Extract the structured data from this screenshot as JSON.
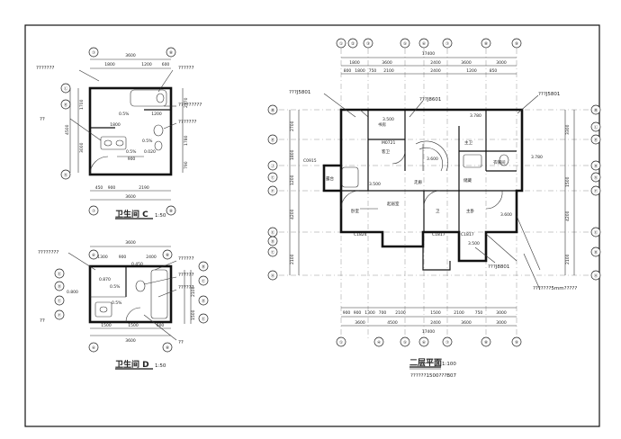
{
  "bathroom_c": {
    "title": "卫生间 C",
    "scale": "1:50",
    "top_total": "3600",
    "top_dims": [
      "1800",
      "1200",
      "600"
    ],
    "bottom_total": "3600",
    "bottom_dims": [
      "450",
      "900",
      "2190"
    ],
    "left_total": "4500",
    "left_dims": [
      "1700",
      "3000"
    ],
    "right_dims": [
      "2370",
      "1780",
      "790"
    ],
    "inner_dims": [
      "1800",
      "900",
      "1200"
    ],
    "axes_top": [
      "⑦",
      "⑧"
    ],
    "axes_bottom": [
      "⑦",
      "⑧"
    ],
    "axes_left": [
      "Ⓛ",
      "Ⓚ",
      "Ⓖ"
    ],
    "slope_marks": [
      "0.5%",
      "0.5%",
      "0.5%"
    ],
    "levels": [
      "0.020"
    ],
    "notes_left": [
      "???????",
      "??"
    ],
    "notes_right": [
      "??????",
      "?????????",
      "???????"
    ]
  },
  "bathroom_d": {
    "title": "卫生间 D",
    "scale": "1:50",
    "top_total": "3600",
    "top_dims": [
      "1300",
      "900",
      "2400"
    ],
    "bottom_total": "3600",
    "bottom_dims": [
      "1500",
      "1500",
      "600"
    ],
    "right_dims": [
      "2100",
      "1500"
    ],
    "axes_top": [
      "⑥",
      "⑧"
    ],
    "axes_bottom": [
      "⑥",
      "⑧"
    ],
    "axes_left": [
      "Ⓔ",
      "Ⓓ",
      "Ⓒ",
      "Ⓕ"
    ],
    "axes_right": [
      "Ⓑ",
      "Ⓒ",
      "Ⓓ",
      "Ⓔ"
    ],
    "slope_marks": [
      "0.5%",
      "0.5%"
    ],
    "levels": [
      "0.800",
      "0.870",
      "0.450"
    ],
    "notes_left": [
      "????????",
      "??"
    ],
    "notes_right": [
      "??????",
      "??????",
      "??????",
      "??"
    ]
  },
  "floor_plan": {
    "title": "二层平面",
    "scale": "1:100",
    "note": "??????1500???B07",
    "axes_top": [
      "①",
      "②",
      "③",
      "⑤",
      "⑥",
      "⑦",
      "⑧",
      "⑨"
    ],
    "axes_bottom": [
      "①",
      "④",
      "⑤",
      "⑥",
      "⑦",
      "⑧",
      "⑨"
    ],
    "axes_left": [
      "Ⓜ",
      "Ⓚ",
      "Ⓙ",
      "Ⓒ",
      "Ⓕ",
      "Ⓔ",
      "Ⓓ",
      "Ⓒ",
      "Ⓐ"
    ],
    "axes_right": [
      "Ⓜ",
      "Ⓛ",
      "Ⓚ",
      "Ⓗ",
      "Ⓖ",
      "Ⓕ",
      "Ⓔ",
      "Ⓑ",
      "Ⓐ"
    ],
    "top_total": "17400",
    "top_row1": [
      "1800",
      "3600",
      "2400",
      "3600",
      "3000"
    ],
    "top_row2": [
      "800",
      "1800",
      "750",
      "2100",
      "2400",
      "1200",
      "850"
    ],
    "bottom_total": "17400",
    "bottom_row1": [
      "3600",
      "4500",
      "2400",
      "3600",
      "3000"
    ],
    "bottom_row2": [
      "900",
      "900",
      "1300",
      "700",
      "2100",
      "1500",
      "2100",
      "750",
      "3000"
    ],
    "left_dims": [
      "2700",
      "1800",
      "1200",
      "4200",
      "2100"
    ],
    "right_dims": [
      "3300",
      "1500",
      "4200",
      "2100"
    ],
    "rooms": [
      "书房",
      "客卫",
      "起居室",
      "主卧",
      "卧室",
      "露台",
      "储藏",
      "主卫",
      "衣帽间",
      "卫",
      "走廊"
    ],
    "levels": [
      "3.500",
      "3.780",
      "3.600",
      "3.780",
      "3.600",
      "3.500",
      "3.500"
    ],
    "window_tags": [
      "C0915",
      "C1824",
      "C1817",
      "C1817",
      "M0721"
    ],
    "callouts": [
      "???J5801",
      "???J8601",
      "???J5801",
      "???J8801",
      "???????5mm?????"
    ]
  }
}
